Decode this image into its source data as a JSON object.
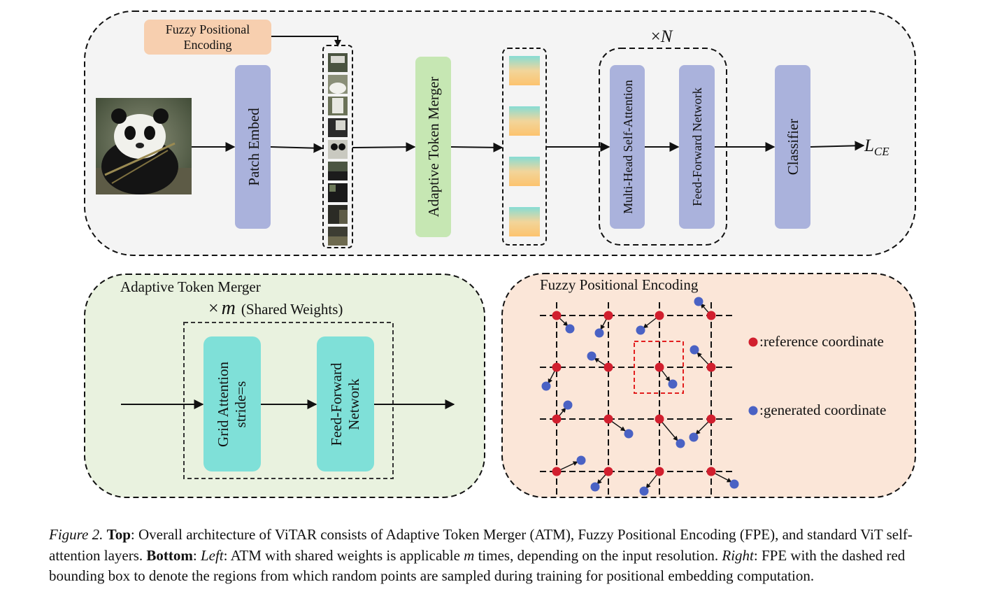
{
  "top": {
    "fpe_label_line1": "Fuzzy Positional",
    "fpe_label_line2": "Encoding",
    "patch_embed": "Patch Embed",
    "atm": "Adaptive Token Merger",
    "repeat_prefix": "×",
    "repeat_var": "N",
    "mhsa": "Multi-Head Self-Attention",
    "ffn": "Feed-Forward Network",
    "classifier": "Classifier",
    "loss_main": "L",
    "loss_sub": "CE",
    "input_image": "panda-photo"
  },
  "atm_panel": {
    "title": "Adaptive Token Merger",
    "repeat_prefix": "×",
    "repeat_var": "m",
    "repeat_note": "(Shared Weights)",
    "grid_line1": "Grid Attention",
    "grid_line2": "stride=s",
    "ffn_line1": "Feed-Forward",
    "ffn_line2": "Network"
  },
  "fpe_panel": {
    "title": "Fuzzy Positional Encoding",
    "legend_reference": ":reference coordinate",
    "legend_generated": ":generated coordinate"
  },
  "caption": {
    "figure_label": "Figure 2.",
    "top_label": "Top",
    "top_text": ": Overall architecture of ViTAR consists of Adaptive Token Merger (ATM), Fuzzy Positional Encoding (FPE), and standard ViT self-attention layers. ",
    "bottom_label": "Bottom",
    "bottom_sep": ": ",
    "left_label": "Left",
    "left_text": ": ATM with shared weights is applicable ",
    "m_var": "m",
    "left_text2": " times, depending on the input resolution. ",
    "right_label": "Right",
    "right_text": ": FPE with the dashed red bounding box to denote the regions from which random points are sampled during training for positional embedding computation."
  },
  "colors": {
    "panel_top": "#f4f4f4",
    "panel_atm": "#e9f2df",
    "panel_fpe": "#fbe6d8",
    "block_purple": "#aab2dc",
    "block_green": "#c6e7b3",
    "block_cyan": "#7fe0d8",
    "fpe_box": "#f7cfaf",
    "reference_dot": "#d11f2e",
    "generated_dot": "#4a62c4",
    "sample_box": "#e21f1f"
  }
}
